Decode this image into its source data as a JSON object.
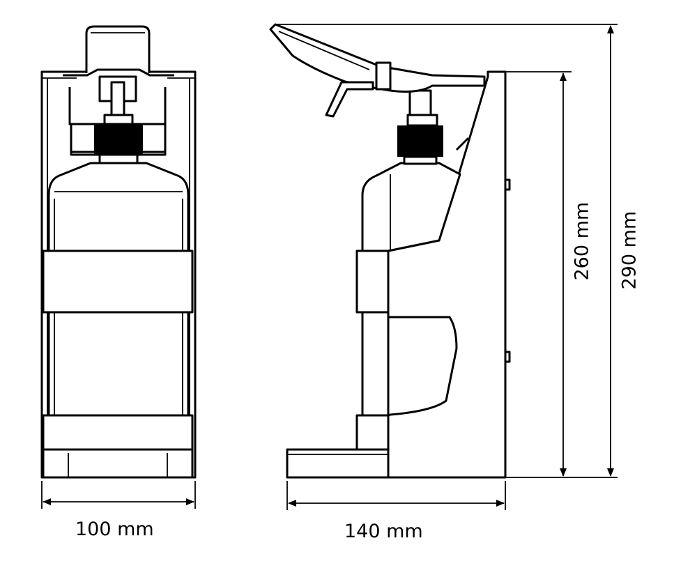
{
  "title": "Hand sanitizer dispenser stand dimension drawing",
  "dimensions": {
    "front_width": "100 mm",
    "side_depth": "140 mm",
    "height_body": "260 mm",
    "height_total": "290 mm"
  },
  "colors": {
    "line": "#000000",
    "background": "#ffffff"
  }
}
